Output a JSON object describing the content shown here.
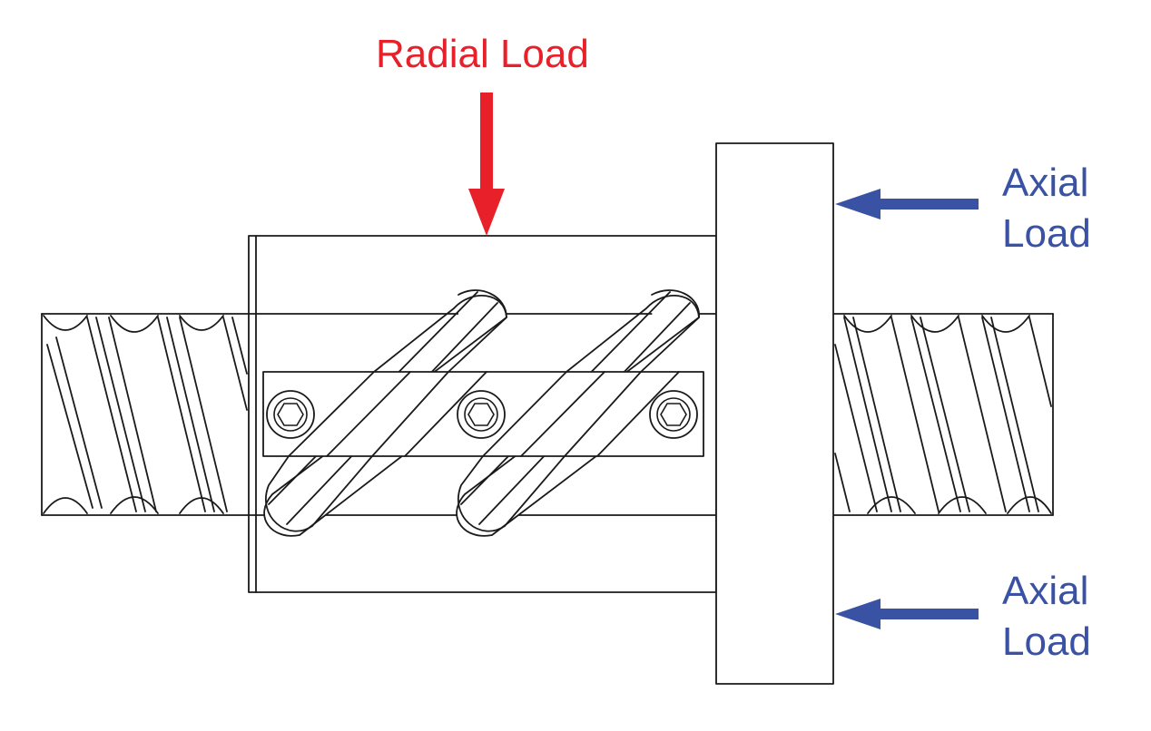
{
  "labels": {
    "radial": "Radial Load",
    "axial_top": [
      "Axial",
      "Load"
    ],
    "axial_bottom": [
      "Axial",
      "Load"
    ]
  },
  "colors": {
    "radial": "#e8202a",
    "axial": "#3a52a3",
    "line": "#1a1a1a"
  }
}
